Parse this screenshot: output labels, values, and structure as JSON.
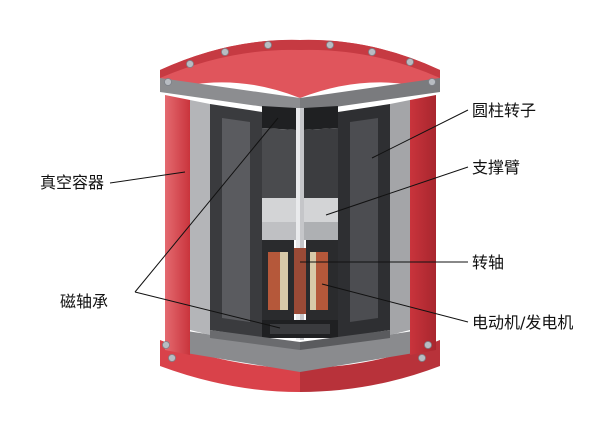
{
  "labels": {
    "vacuum_vessel": "真空容器",
    "magnetic_bearing": "磁轴承",
    "cylinder_rotor": "圆柱转子",
    "support_arm": "支撑臂",
    "shaft": "转轴",
    "motor_generator": "电动机/发电机"
  },
  "colors": {
    "vessel_red": "#d9424a",
    "vessel_red_dark": "#a82a32",
    "steel_light": "#c9cacc",
    "steel_mid": "#9a9b9e",
    "steel_dark": "#4a4b4e",
    "rotor_dark": "#2a2b2d",
    "copper": "#b5583a",
    "leader_line": "#111111",
    "text": "#111111"
  }
}
